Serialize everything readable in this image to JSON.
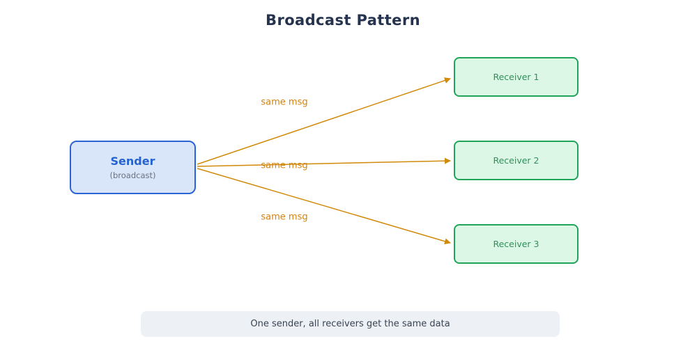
{
  "title": "Broadcast Pattern",
  "sender": {
    "label": "Sender",
    "sublabel": "(broadcast)"
  },
  "receivers": [
    {
      "label": "Receiver 1"
    },
    {
      "label": "Receiver 2"
    },
    {
      "label": "Receiver 3"
    }
  ],
  "edges": [
    {
      "label": "same msg",
      "from": "Sender",
      "to": "Receiver 1"
    },
    {
      "label": "same msg",
      "from": "Sender",
      "to": "Receiver 2"
    },
    {
      "label": "same msg",
      "from": "Sender",
      "to": "Receiver 3"
    }
  ],
  "note": "One sender, all receivers get the same data",
  "colors": {
    "title_text": "#25334e",
    "sender_fill": "#d9e6f9",
    "sender_border": "#2c63d5",
    "sender_text": "#2563d0",
    "sender_subtext": "#6b7280",
    "receiver_fill": "#ddf7e7",
    "receiver_border": "#22a35a",
    "receiver_text": "#2f8f5b",
    "arrow": "#d18a09",
    "edge_label_text": "#d4820a",
    "note_bg": "#edf1f6",
    "note_text": "#3a4350",
    "background": "#ffffff"
  }
}
